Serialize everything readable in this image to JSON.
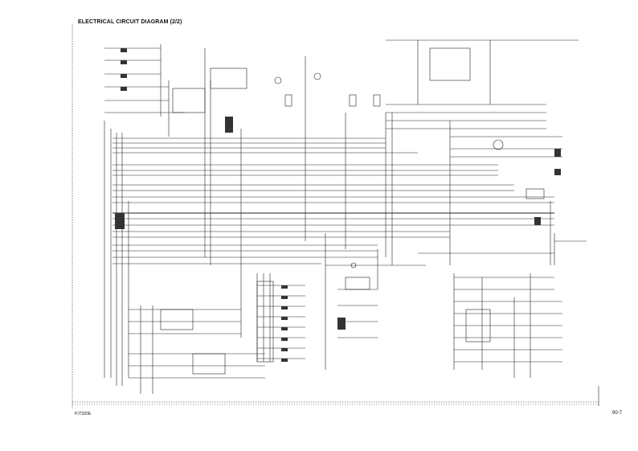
{
  "document": {
    "title": "ELECTRICAL CIRCUIT DIAGRAM (2/2)",
    "drawing_code": "PJ7320E",
    "page_number": "90-7"
  }
}
